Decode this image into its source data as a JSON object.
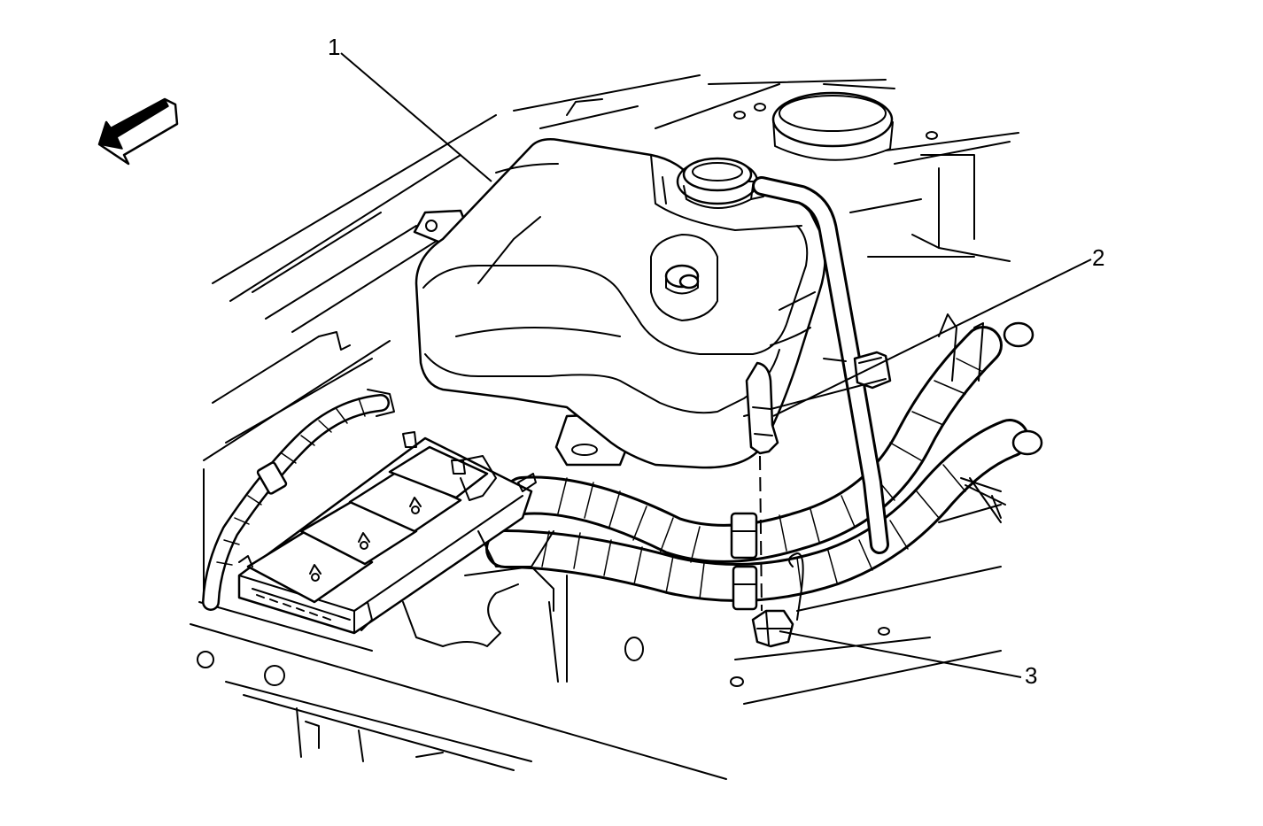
{
  "callouts": [
    {
      "id": "1",
      "label": "1"
    },
    {
      "id": "2",
      "label": "2"
    },
    {
      "id": "3",
      "label": "3"
    }
  ],
  "icons": {
    "direction_arrow": "front-direction-arrow-icon"
  },
  "colors": {
    "line": "#000000",
    "background": "#ffffff"
  }
}
